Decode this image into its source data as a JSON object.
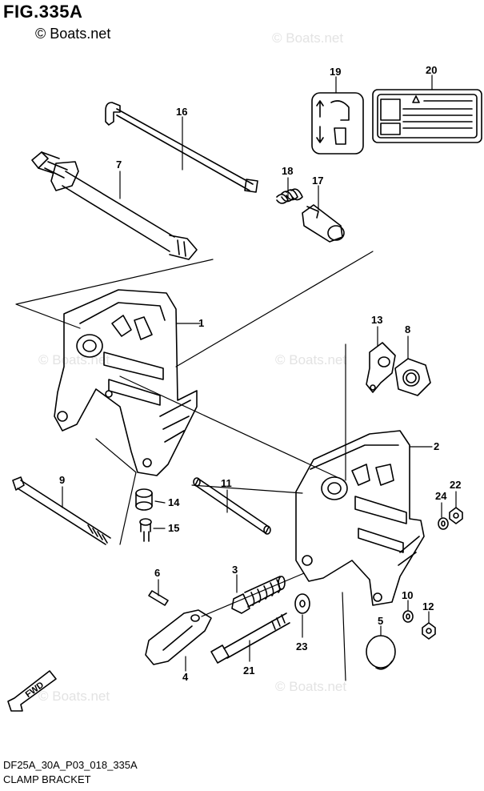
{
  "figure_title": "FIG.335A",
  "copyright": "© Boats.net",
  "watermark": "© Boats.net",
  "diagram_code": "DF25A_30A_P03_018_335A",
  "diagram_name": "CLAMP BRACKET",
  "fwd_label": "FWD",
  "callouts": [
    "1",
    "2",
    "3",
    "4",
    "5",
    "6",
    "7",
    "8",
    "9",
    "10",
    "11",
    "12",
    "13",
    "14",
    "15",
    "16",
    "17",
    "18",
    "19",
    "20",
    "21",
    "22",
    "23",
    "24"
  ]
}
